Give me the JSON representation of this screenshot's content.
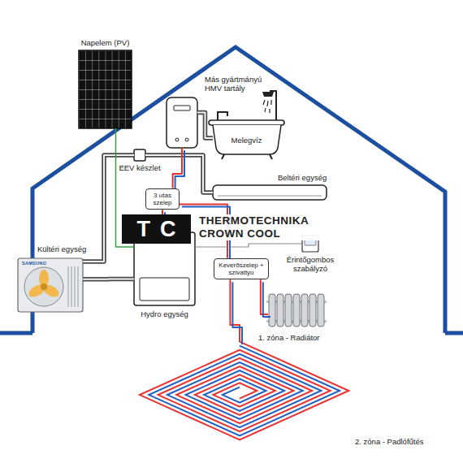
{
  "diagram": {
    "nodes": [
      {
        "text": [
          "Napelem (PV)"
        ]
      },
      {
        "text": [
          "Más gyártmányú HMV tartály"
        ]
      },
      {
        "text": [
          "Melegvíz"
        ]
      },
      {
        "text": [
          "EEV készlet"
        ]
      },
      {
        "text": [
          "3 utas szelep"
        ]
      },
      {
        "text": [
          "Beltéri egység"
        ]
      },
      {
        "text": [
          "Kültéri egység"
        ]
      },
      {
        "text": [
          "Érintőgombos szabályzó"
        ]
      },
      {
        "text": [
          "Hydro egység"
        ]
      },
      {
        "text": [
          "Keverőszelep + szivattyú"
        ]
      },
      {
        "text": [
          "1. zóna - Radiátor"
        ]
      },
      {
        "text": [
          "2. zóna - Padlófűtés"
        ]
      }
    ],
    "edges": [
      {
        "from": 6,
        "to": 3,
        "arrow": "none"
      },
      {
        "from": 3,
        "to": 5,
        "arrow": "none"
      },
      {
        "from": 6,
        "to": 8,
        "arrow": "none"
      },
      {
        "from": 0,
        "to": 8,
        "arrow": "none"
      },
      {
        "from": 8,
        "to": 4,
        "arrow": "none"
      },
      {
        "from": 4,
        "to": 1,
        "arrow": "none"
      },
      {
        "from": 1,
        "to": 2,
        "arrow": "none"
      },
      {
        "from": 4,
        "to": 9,
        "arrow": "none"
      },
      {
        "from": 8,
        "to": 7,
        "arrow": "none"
      },
      {
        "from": 9,
        "to": 10,
        "arrow": "none"
      },
      {
        "from": 9,
        "to": 11,
        "arrow": "none"
      }
    ],
    "labels": [
      "TC",
      "THERMOTECHNIKA CROWN COOL",
      "SAMSUNG"
    ]
  }
}
